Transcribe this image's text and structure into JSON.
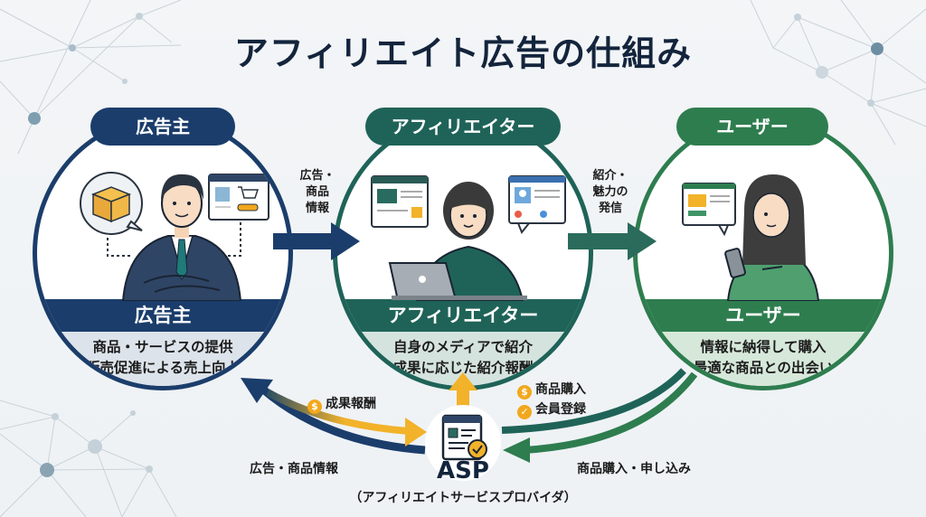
{
  "title": "アフィリエイト広告の仕組み",
  "colors": {
    "advertiser": "#1b3d6b",
    "affiliate": "#1f6358",
    "user": "#2e7d4f",
    "accent": "#f2a81d",
    "text": "#13243c"
  },
  "roles": [
    {
      "id": "advertiser",
      "pill_label": "広告主",
      "band_label": "広告主",
      "desc_lines": [
        "商品・サービスの提供",
        "販売促進による売上向上"
      ],
      "illustration": [
        "box-icon",
        "businessman-icon",
        "shop-browser-icon"
      ]
    },
    {
      "id": "affiliate",
      "pill_label": "アフィリエイター",
      "band_label": "アフィリエイター",
      "desc_lines": [
        "自身のメディアで紹介",
        "成果に応じた紹介報酬"
      ],
      "illustration": [
        "blog-browser-icon",
        "woman-laptop-icon",
        "profile-browser-icon"
      ]
    },
    {
      "id": "user",
      "pill_label": "ユーザー",
      "band_label": "ユーザー",
      "desc_lines": [
        "情報に納得して購入",
        "最適な商品との出会い"
      ],
      "illustration": [
        "article-bubble-icon",
        "woman-smartphone-icon"
      ]
    }
  ],
  "flows": {
    "advertiser_to_affiliate": [
      "広告・",
      "商品",
      "情報"
    ],
    "affiliate_to_user": [
      "紹介・",
      "魅力の",
      "発信"
    ],
    "asp_to_affiliate_reward": "成果報酬",
    "asp_to_advertiser": "広告・商品情報",
    "user_to_asp_items": [
      "商品購入",
      "会員登録"
    ],
    "user_to_asp": "商品購入・申し込み"
  },
  "asp": {
    "title": "ASP",
    "subtitle": "（アフィリエイトサービスプロバイダ）",
    "icon": "document-check-icon"
  },
  "icons": {
    "coin": "$",
    "check": "✓"
  }
}
